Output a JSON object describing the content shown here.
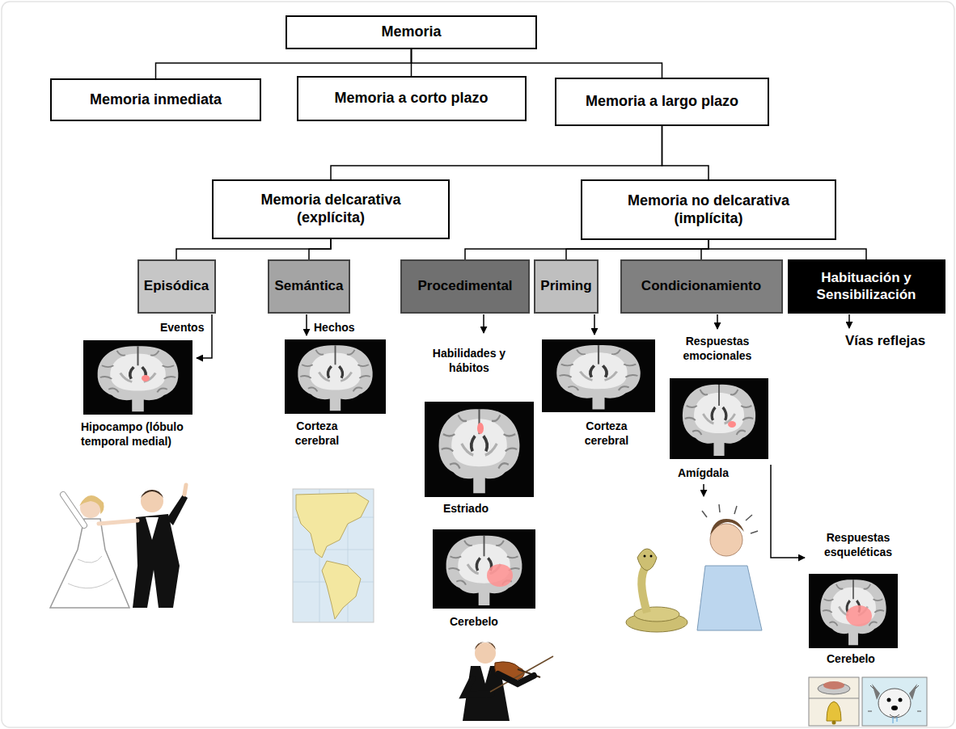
{
  "diagram": {
    "nodes": [
      {
        "text": [
          "Memoria"
        ]
      },
      {
        "text": [
          "Memoria inmediata"
        ]
      },
      {
        "text": [
          "Memoria a corto plazo"
        ]
      },
      {
        "text": [
          "Memoria a largo plazo"
        ]
      },
      {
        "text": [
          "Memoria delcarativa (explícita)"
        ]
      },
      {
        "text": [
          "Memoria no delcarativa (implícita)"
        ]
      },
      {
        "text": [
          "Episódica"
        ]
      },
      {
        "text": [
          "Semántica"
        ]
      },
      {
        "text": [
          "Procedimental"
        ]
      },
      {
        "text": [
          "Priming"
        ]
      },
      {
        "text": [
          "Condicionamiento"
        ]
      },
      {
        "text": [
          "Habituación y Sensibilización"
        ]
      }
    ],
    "edges": [
      {
        "from": 0,
        "to": 1,
        "arrow": "none"
      },
      {
        "from": 0,
        "to": 2,
        "arrow": "none"
      },
      {
        "from": 0,
        "to": 3,
        "arrow": "none"
      },
      {
        "from": 3,
        "to": 4,
        "arrow": "none"
      },
      {
        "from": 3,
        "to": 5,
        "arrow": "none"
      },
      {
        "from": 4,
        "to": 6,
        "arrow": "none"
      },
      {
        "from": 4,
        "to": 7,
        "arrow": "none"
      },
      {
        "from": 5,
        "to": 8,
        "arrow": "none"
      },
      {
        "from": 5,
        "to": 9,
        "arrow": "none"
      },
      {
        "from": 5,
        "to": 10,
        "arrow": "none"
      },
      {
        "from": 5,
        "to": 11,
        "arrow": "none"
      }
    ],
    "labels": [
      "Eventos",
      "Hipocampo (lóbulo temporal medial)",
      "Hechos",
      "Corteza cerebral",
      "Habilidades y hábitos",
      "Estriado",
      "Cerebelo",
      "Corteza cerebral",
      "Respuestas emocionales",
      "Amígdala",
      "Respuestas esqueléticas",
      "Cerebelo",
      "Vías reflejas"
    ]
  }
}
